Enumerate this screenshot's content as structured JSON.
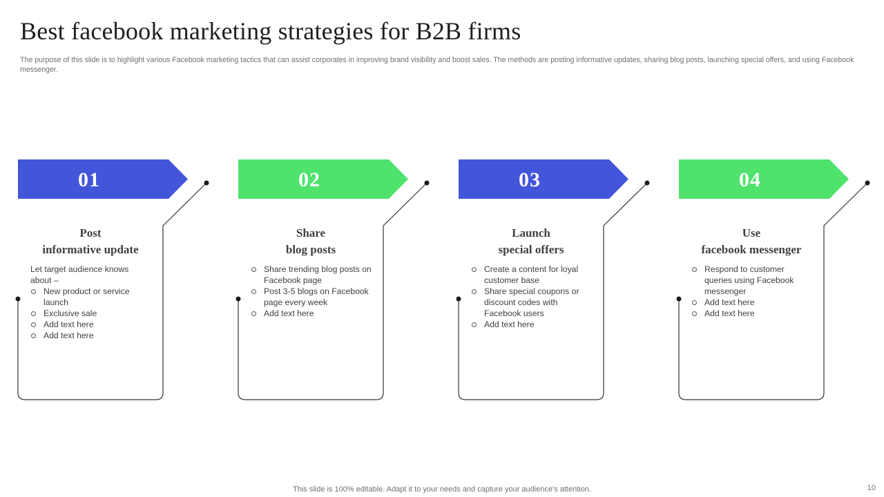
{
  "slide": {
    "title": "Best facebook marketing strategies for B2B firms",
    "subtitle": "The purpose of this slide is to highlight various Facebook marketing tactics that can assist corporates in improving brand visibility and boost sales. The methods are posting informative updates, sharing blog posts, launching special offers, and using Facebook messenger.",
    "footer": "This slide is 100% editable. Adapt it to your needs and capture your audience's attention.",
    "page_number": "10"
  },
  "colors": {
    "blue": "#4355d9",
    "green": "#4fe36e",
    "line": "#333333",
    "text": "#404040"
  },
  "steps": [
    {
      "number": "01",
      "color": "blue",
      "heading_line1": "Post",
      "heading_line2": "informative update",
      "intro": "Let target audience knows about –",
      "bullets": [
        "New product or service launch",
        "Exclusive sale",
        "Add text here",
        "Add text here"
      ]
    },
    {
      "number": "02",
      "color": "green",
      "heading_line1": "Share",
      "heading_line2": "blog posts",
      "intro": "",
      "bullets": [
        "Share trending blog posts on Facebook page",
        "Post 3-5 blogs on Facebook page every week",
        "Add text here"
      ]
    },
    {
      "number": "03",
      "color": "blue",
      "heading_line1": "Launch",
      "heading_line2": "special offers",
      "intro": "",
      "bullets": [
        "Create a content for loyal customer base",
        "Share special coupons or discount codes with Facebook users",
        "Add text here"
      ]
    },
    {
      "number": "04",
      "color": "green",
      "heading_line1": "Use",
      "heading_line2": "facebook messenger",
      "intro": "",
      "bullets": [
        "Respond to customer queries using Facebook messenger",
        "Add text here",
        "Add text here"
      ]
    }
  ]
}
